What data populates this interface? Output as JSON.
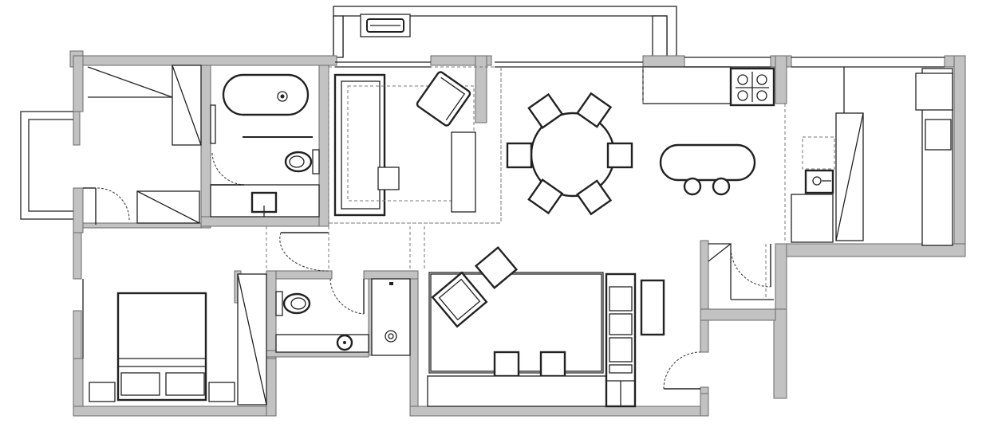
{
  "plan": {
    "wall_color": "#c2c2c2",
    "line_color": "#222222",
    "background": "#ffffff"
  },
  "rooms": [
    {
      "id": "wardrobe-nook"
    },
    {
      "id": "main-bathroom"
    },
    {
      "id": "living-area"
    },
    {
      "id": "dining-area"
    },
    {
      "id": "kitchen"
    },
    {
      "id": "bedroom"
    },
    {
      "id": "wc"
    },
    {
      "id": "shower-room"
    },
    {
      "id": "lounge"
    },
    {
      "id": "entry-closet"
    }
  ]
}
